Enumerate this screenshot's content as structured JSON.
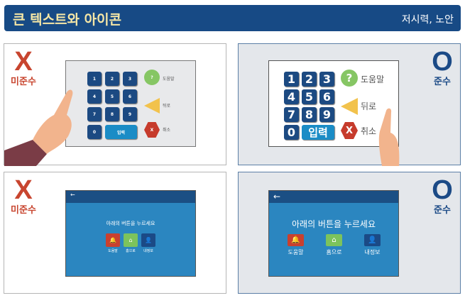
{
  "header": {
    "title": "큰 텍스트와 아이콘",
    "subtitle": "저시력, 노안"
  },
  "bad_label": {
    "mark": "X",
    "text": "미준수"
  },
  "good_label": {
    "mark": "O",
    "text": "준수"
  },
  "keypad": {
    "keys": [
      "1",
      "2",
      "3",
      "4",
      "5",
      "6",
      "7",
      "8",
      "9",
      "0"
    ],
    "enter": "입력",
    "help": "도움말",
    "back": "뒤로",
    "cancel": "취소",
    "help_icon": "?",
    "cancel_icon": "X"
  },
  "app_screen": {
    "back_icon": "←",
    "prompt": "아래의 버튼을 누르세요",
    "buttons": [
      {
        "label": "도움말",
        "icon": "bell-icon",
        "color": "#c9402f"
      },
      {
        "label": "홈으로",
        "icon": "home-icon",
        "color": "#7cc35c"
      },
      {
        "label": "내정보",
        "icon": "user-icon",
        "color": "#1b4a86"
      }
    ]
  },
  "colors": {
    "header": "#174a85",
    "title": "#f6e7a6",
    "noncompliant": "#c8452f",
    "compliant": "#1b4a86"
  }
}
